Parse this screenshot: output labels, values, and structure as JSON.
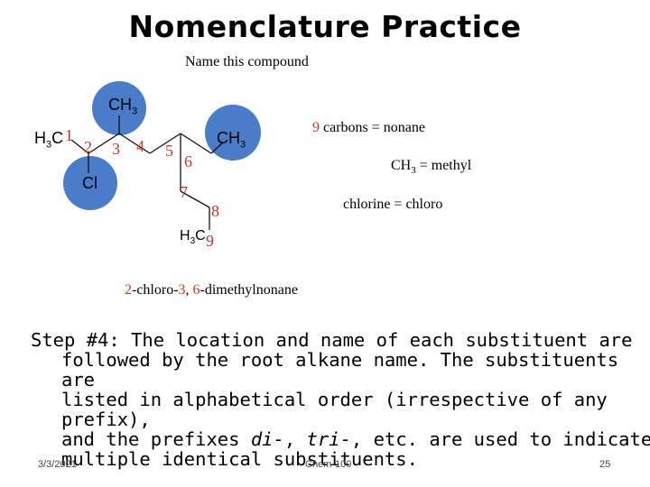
{
  "slide": {
    "title": "Nomenclature Practice",
    "prompt": "Name this compound",
    "molecule": {
      "labels": {
        "ch3_top": "CH3",
        "ch3_right": "CH3",
        "h3c_left": "H3C",
        "cl": "Cl",
        "h3c_bottom": "H3C"
      },
      "numbers": [
        "1",
        "2",
        "3",
        "4",
        "5",
        "6",
        "7",
        "8",
        "9"
      ],
      "circle_color": "#4a7cc9"
    },
    "facts": {
      "carbons_num": "9",
      "carbons_text": "carbons = nonane",
      "methyl_lhs": "CH",
      "methyl_sub": "3",
      "methyl_rhs": " = methyl",
      "chloro": "chlorine = chloro"
    },
    "answer": {
      "p1": "2",
      "p2": "-chloro-",
      "p3": "3",
      "p4": ", ",
      "p5": "6",
      "p6": "-dimethylnonane"
    },
    "step": {
      "line1": "Step #4: The location and name of each substituent are",
      "line2a": "followed by the root alkane name. The substituents are",
      "line2b": "listed in alphabetical order (irrespective of any prefix),",
      "line2c_pre": "and the prefixes ",
      "line2c_di": "di-",
      "line2c_mid": ", ",
      "line2c_tri": "tri-",
      "line2c_post": ", etc. are used to indicate",
      "line2d": "multiple identical substituents."
    },
    "footer": {
      "date": "3/3/2021",
      "course": "Chem-100",
      "page": "25"
    },
    "colors": {
      "number_red": "#c0392b",
      "circle_blue": "#4a7cc9"
    }
  }
}
